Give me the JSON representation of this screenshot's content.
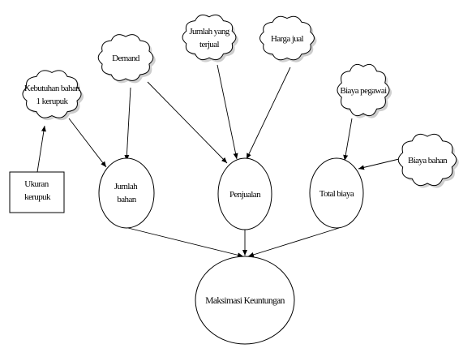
{
  "nodes": {
    "kebutuhan": {
      "lines": [
        "Kebutuhan bahan",
        "1 kerupuk"
      ]
    },
    "demand": {
      "lines": [
        "Demand"
      ]
    },
    "jumlah_terjual": {
      "lines": [
        "Jumlah yang",
        "terjual"
      ]
    },
    "harga_jual": {
      "lines": [
        "Harga jual"
      ]
    },
    "biaya_pegawai": {
      "lines": [
        "Biaya pegawai"
      ]
    },
    "biaya_bahan": {
      "lines": [
        "Biaya bahan"
      ]
    },
    "ukuran": {
      "lines": [
        "Ukuran",
        "kerupuk"
      ]
    },
    "jumlah_bahan": {
      "lines": [
        "Jumlah",
        "bahan"
      ]
    },
    "penjualan": {
      "lines": [
        "Penjualan"
      ]
    },
    "total_biaya": {
      "lines": [
        "Total biaya"
      ]
    },
    "maksimasi": {
      "lines": [
        "Maksimasi Keuntungan"
      ]
    }
  }
}
